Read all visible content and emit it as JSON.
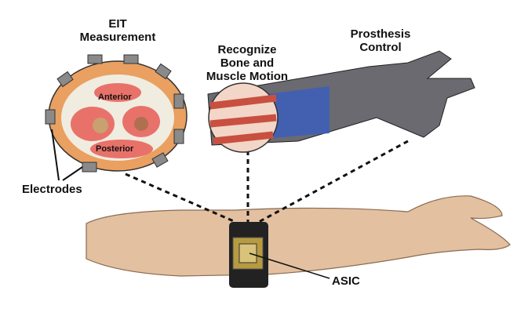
{
  "labels": {
    "eit_line1": "EIT",
    "eit_line2": "Measurement",
    "anterior": "Anterior",
    "posterior": "Posterior",
    "electrodes": "Electrodes",
    "recognize_line1": "Recognize",
    "recognize_line2": "Bone and",
    "recognize_line3": "Muscle Motion",
    "prosthesis_line1": "Prosthesis",
    "prosthesis_line2": "Control",
    "asic": "ASIC"
  },
  "colors": {
    "skin": "#e3c0a0",
    "muscle": "#e8726a",
    "fat": "#e9a060",
    "electrode": "#8a8a8a"
  }
}
